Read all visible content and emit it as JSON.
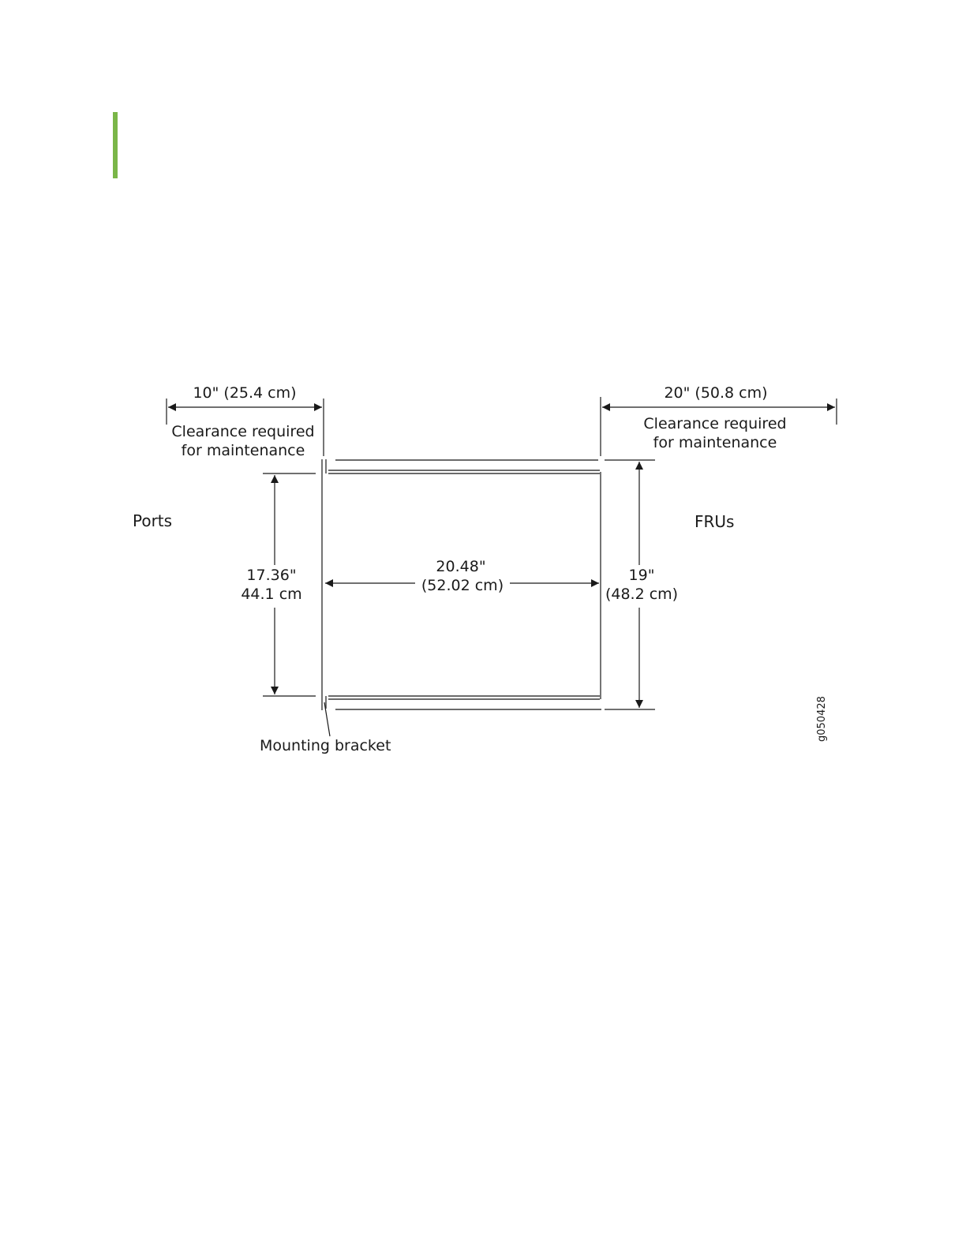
{
  "accent_color": "#7ab648",
  "diagram": {
    "left_clearance": {
      "dimension": "10\" (25.4 cm)",
      "label_line1": "Clearance required",
      "label_line2": "for maintenance"
    },
    "right_clearance": {
      "dimension": "20\" (50.8 cm)",
      "label_line1": "Clearance required",
      "label_line2": "for maintenance"
    },
    "ports_label": "Ports",
    "frus_label": "FRUs",
    "height_inner": {
      "line1": "17.36\"",
      "line2": "44.1 cm"
    },
    "depth": {
      "line1": "20.48\"",
      "line2": "(52.02 cm)"
    },
    "height_outer": {
      "line1": "19\"",
      "line2": "(48.2 cm)"
    },
    "bracket_label": "Mounting bracket",
    "figure_id": "g050428"
  }
}
